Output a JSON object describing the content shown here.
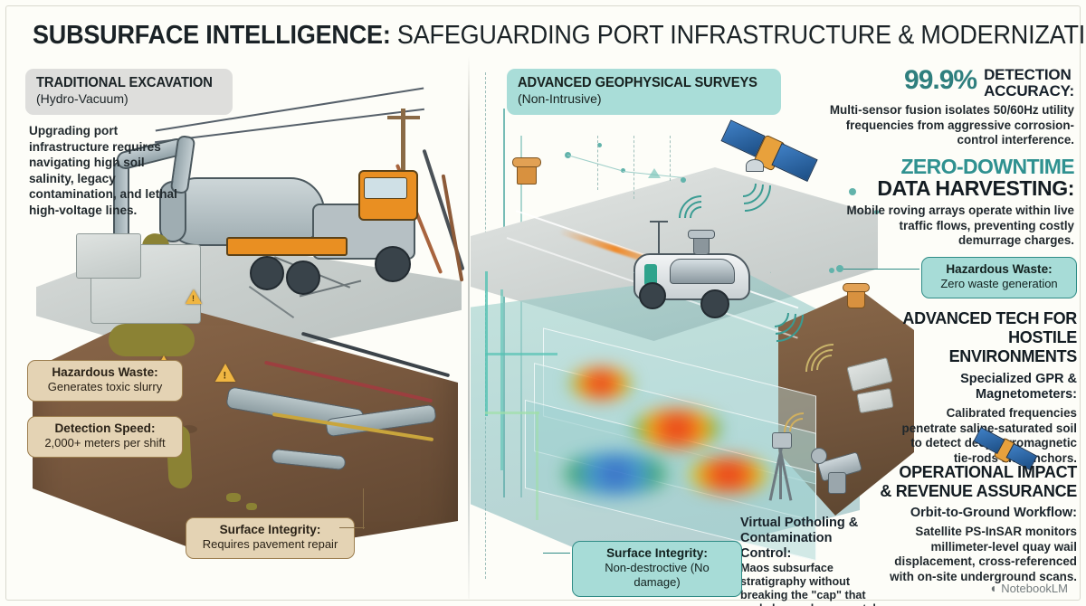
{
  "page": {
    "title_bold": "SUBSURFACE INTELLIGENCE:",
    "title_regular": " SAFEGUARDING PORT INFRASTRUCTURE & MODERNIZATION",
    "background_color": "#fdfdf8",
    "accent_teal": "#2f8c86",
    "accent_tan": "#9d7f50",
    "watermark": "NotebookLM",
    "watermark_icon": "notebooklm-logo-icon"
  },
  "left_panel": {
    "chip_title": "TRADITIONAL EXCAVATION",
    "chip_subtitle": "(Hydro-Vacuum)",
    "chip_bg": "#dededc",
    "paragraph": "Upgrading port infrastructure requires navigating high soil salinity, legacy contamination, and lethal high-voltage lines.",
    "badges": [
      {
        "title": "Hazardous Waste:",
        "value": "Generates toxic slurry",
        "style": "tan"
      },
      {
        "title": "Detection Speed:",
        "value": "2,000+ meters per shift",
        "style": "tan"
      },
      {
        "title": "Surface Integrity:",
        "value": "Requires pavement repair",
        "style": "tan"
      }
    ]
  },
  "right_panel": {
    "chip_title": "ADVANCED GEOPHYSICAL SURVEYS",
    "chip_subtitle": "(Non-Intrusive)",
    "chip_bg": "#a9ddd8",
    "badges": [
      {
        "title": "Hazardous Waste:",
        "value": "Zero waste generation",
        "style": "teal"
      },
      {
        "title": "Surface Integrity:",
        "value": "Non-destroctive (No damage)",
        "style": "teal"
      }
    ],
    "center_note": {
      "title_line1": "Virtual Potholing &",
      "title_line2": "Contamination Control:",
      "body": "Maos subsurface stratigraphy without breaking the \"cap\" that seals legacy heavy metals and PFAS."
    }
  },
  "stats": {
    "accuracy": {
      "number": "99.9%",
      "head_line1": "DETECTION",
      "head_line2": "ACCURACY:",
      "body": "Multi-sensor fusion isolates 50/60Hz utility frequencies from aggressive corrosion-control interference."
    },
    "downtime": {
      "head_teal": "ZERO-DOWNTIME",
      "head_dark": "DATA HARVESTING:",
      "body": "Mobile roving arrays operate within live traffic flows, preventing costly demurrage charges."
    },
    "hostile": {
      "head_line1": "ADVANCED TECH FOR",
      "head_line2": "HOSTILE ENVIRONMENTS",
      "sub_line1": "Specialized GPR &",
      "sub_line2": "Magnetometers:",
      "body": "Calibrated frequencies penetrate saline-saturated soil to detect deep terromagnetic tie-rods and anchors."
    },
    "operational": {
      "head_line1": "OPERATIONAL IMPACT",
      "head_line2": "& REVENUE ASSURANCE",
      "sub": "Orbit-to-Ground Workflow:",
      "body": "Satellite PS-InSAR monitors millimeter-level quay wail displacement, cross-referenced with on-site underground scans."
    }
  },
  "illustration": {
    "left_scene": "hydro-vacuum-excavation-truck",
    "right_scene": "autonomous-survey-rover-and-satellite",
    "heatmap_layers": 3,
    "warning_icons": 3
  }
}
